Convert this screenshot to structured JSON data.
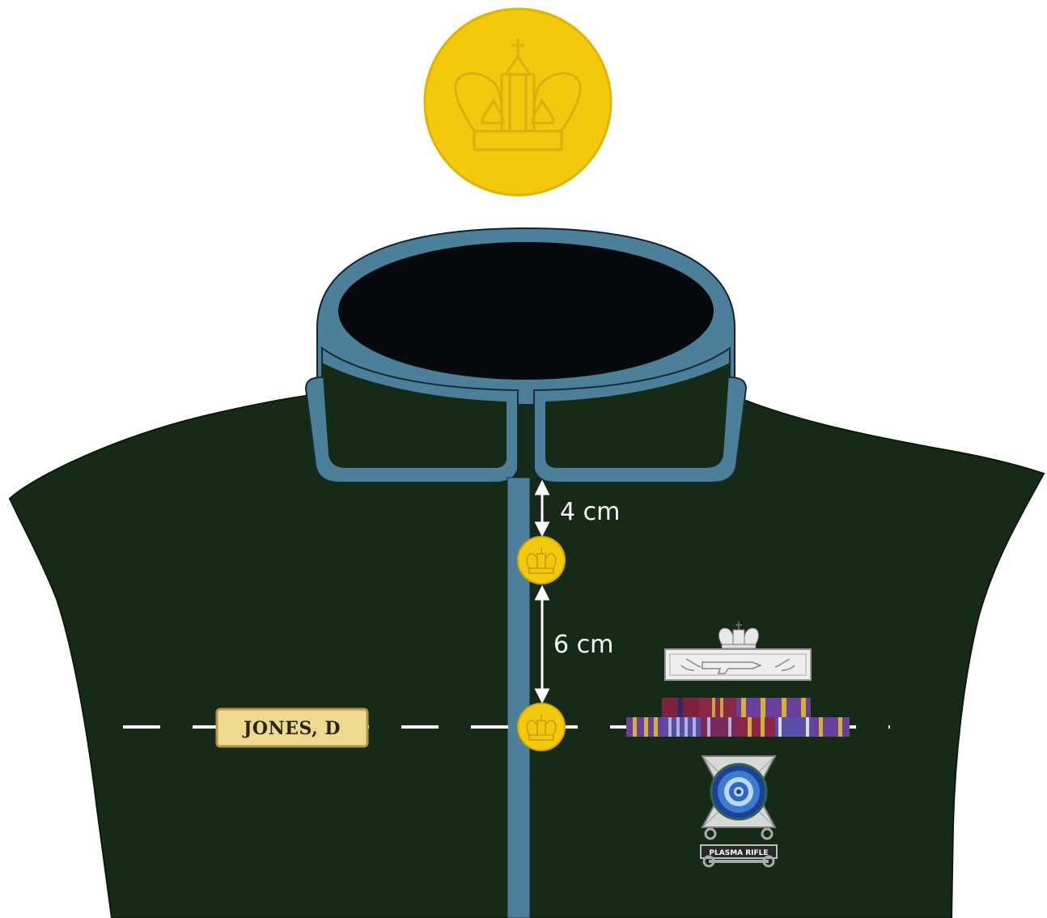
{
  "dimensions": {
    "upper": "4 cm",
    "lower": "6 cm"
  },
  "nameplate": {
    "text": "JONES, D"
  },
  "qualification_badge": {
    "text": "PLASMA RIFLE"
  },
  "colors": {
    "jacket": "#152b18",
    "piping": "#4c7f9a",
    "collar_opening": "#070a0c",
    "button_gold": "#f3c80d",
    "nameplate": "#efd98f",
    "guide_line": "#ffffff"
  },
  "icons": {
    "button_emblem": "crown-icon",
    "marksmanship_badge": "rifle-icon",
    "qualification_badge": "target-icon"
  }
}
